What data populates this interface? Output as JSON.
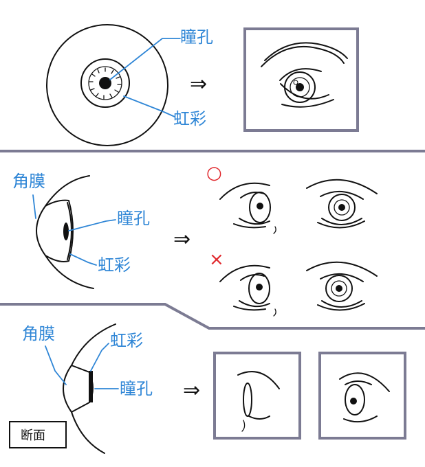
{
  "panel_top": {
    "label_pupil": "瞳孔",
    "label_iris": "虹彩",
    "arrow": "⇒"
  },
  "panel_middle": {
    "label_cornea": "角膜",
    "label_pupil": "瞳孔",
    "label_iris": "虹彩",
    "arrow": "⇒",
    "mark_good": "○",
    "mark_bad": "×",
    "colors": {
      "mark": "#e0262b"
    }
  },
  "panel_bottom": {
    "label_cornea": "角膜",
    "label_iris": "虹彩",
    "label_pupil": "瞳孔",
    "arrow": "⇒",
    "caption": "断面"
  },
  "colors": {
    "label": "#2f86d6",
    "frame": "#7c7b93",
    "ink": "#111111"
  }
}
